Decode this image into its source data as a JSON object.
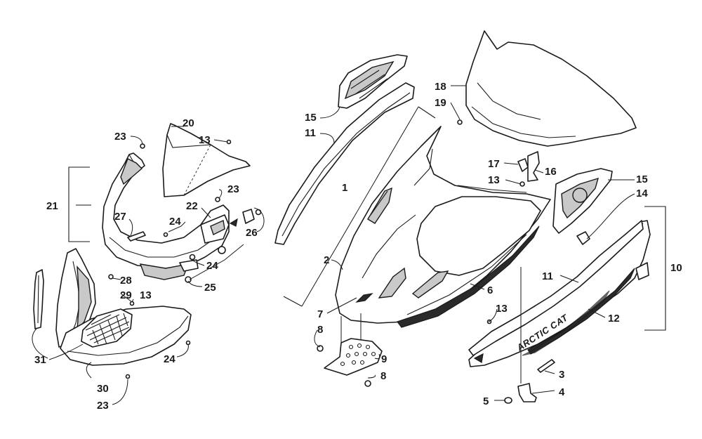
{
  "diagram": {
    "brand_text": "ARCTIC CAT",
    "callouts": [
      {
        "id": "c1",
        "label": "1"
      },
      {
        "id": "c2",
        "label": "2"
      },
      {
        "id": "c3",
        "label": "3"
      },
      {
        "id": "c4",
        "label": "4"
      },
      {
        "id": "c5",
        "label": "5"
      },
      {
        "id": "c6",
        "label": "6"
      },
      {
        "id": "c7",
        "label": "7"
      },
      {
        "id": "c8a",
        "label": "8"
      },
      {
        "id": "c8b",
        "label": "8"
      },
      {
        "id": "c9",
        "label": "9"
      },
      {
        "id": "c10",
        "label": "10"
      },
      {
        "id": "c11a",
        "label": "11"
      },
      {
        "id": "c11b",
        "label": "11"
      },
      {
        "id": "c12",
        "label": "12"
      },
      {
        "id": "c13a",
        "label": "13"
      },
      {
        "id": "c13b",
        "label": "13"
      },
      {
        "id": "c13c",
        "label": "13"
      },
      {
        "id": "c13d",
        "label": "13"
      },
      {
        "id": "c14",
        "label": "14"
      },
      {
        "id": "c15a",
        "label": "15"
      },
      {
        "id": "c15b",
        "label": "15"
      },
      {
        "id": "c16",
        "label": "16"
      },
      {
        "id": "c17",
        "label": "17"
      },
      {
        "id": "c18",
        "label": "18"
      },
      {
        "id": "c19",
        "label": "19"
      },
      {
        "id": "c20",
        "label": "20"
      },
      {
        "id": "c21",
        "label": "21"
      },
      {
        "id": "c22",
        "label": "22"
      },
      {
        "id": "c23a",
        "label": "23"
      },
      {
        "id": "c23b",
        "label": "23"
      },
      {
        "id": "c23c",
        "label": "23"
      },
      {
        "id": "c24a",
        "label": "24"
      },
      {
        "id": "c24b",
        "label": "24"
      },
      {
        "id": "c24c",
        "label": "24"
      },
      {
        "id": "c25",
        "label": "25"
      },
      {
        "id": "c26",
        "label": "26"
      },
      {
        "id": "c27",
        "label": "27"
      },
      {
        "id": "c28",
        "label": "28"
      },
      {
        "id": "c29",
        "label": "29"
      },
      {
        "id": "c30",
        "label": "30"
      },
      {
        "id": "c31",
        "label": "31"
      }
    ]
  }
}
